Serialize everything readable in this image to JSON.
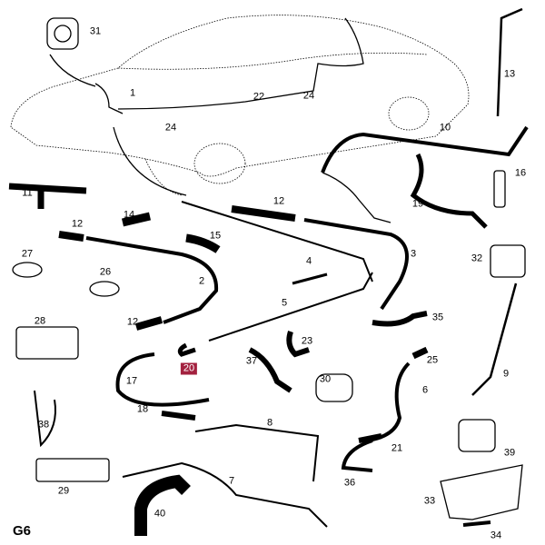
{
  "diagram_title": "G6",
  "highlight_color": "#a3213f",
  "selected_part": "20",
  "part_labels": [
    "31",
    "1",
    "22",
    "24",
    "24",
    "13",
    "10",
    "16",
    "11",
    "14",
    "12",
    "19",
    "12",
    "27",
    "15",
    "3",
    "32",
    "4",
    "26",
    "2",
    "5",
    "28",
    "12",
    "35",
    "23",
    "20",
    "37",
    "25",
    "17",
    "30",
    "9",
    "6",
    "38",
    "18",
    "8",
    "21",
    "39",
    "29",
    "7",
    "36",
    "33",
    "40",
    "34"
  ]
}
